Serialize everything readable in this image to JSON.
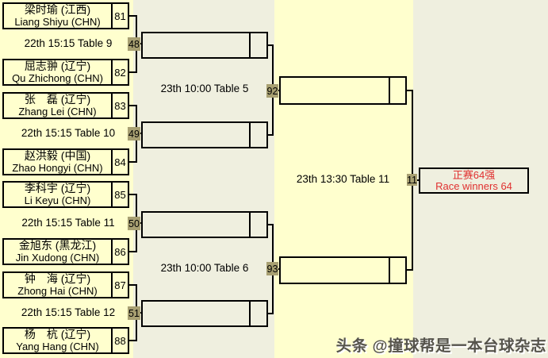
{
  "colors": {
    "background_yellow": "#FFFFCE",
    "background_gray": "#EFEFDF",
    "border_black": "#000000",
    "badge_tan": "#A8A072",
    "result_red": "#E03030",
    "watermark_gray": "#56544C"
  },
  "players": [
    {
      "seed": "81",
      "name_cn": "梁时瑜 (江西)",
      "name_en": "Liang Shiyu (CHN)"
    },
    {
      "seed": "82",
      "name_cn": "屈志翀 (辽宁)",
      "name_en": "Qu Zhichong (CHN)"
    },
    {
      "seed": "83",
      "name_cn": "张　磊 (辽宁)",
      "name_en": "Zhang Lei (CHN)"
    },
    {
      "seed": "84",
      "name_cn": "赵洪毅 (中国)",
      "name_en": "Zhao Hongyi (CHN)"
    },
    {
      "seed": "85",
      "name_cn": "李科宇 (辽宁)",
      "name_en": "Li Keyu (CHN)"
    },
    {
      "seed": "86",
      "name_cn": "金旭东 (黑龙江)",
      "name_en": "Jin Xudong (CHN)"
    },
    {
      "seed": "87",
      "name_cn": "钟　海 (辽宁)",
      "name_en": "Zhong Hai (CHN)"
    },
    {
      "seed": "88",
      "name_cn": "杨　杭 (辽宁)",
      "name_en": "Yang Hang (CHN)"
    }
  ],
  "round1": [
    {
      "match_no": "48",
      "schedule": "22th 15:15 Table 9"
    },
    {
      "match_no": "49",
      "schedule": "22th 15:15 Table 10"
    },
    {
      "match_no": "50",
      "schedule": "22th 15:15 Table 11"
    },
    {
      "match_no": "51",
      "schedule": "22th 15:15 Table 12"
    }
  ],
  "round2": [
    {
      "match_no": "92",
      "schedule": "23th 10:00 Table 5"
    },
    {
      "match_no": "93",
      "schedule": "23th 10:00 Table 6"
    }
  ],
  "round3": {
    "match_no": "11",
    "schedule": "23th 13:30 Table 11"
  },
  "result": {
    "line1": "正赛64强",
    "line2": "Race winners 64"
  },
  "watermark": "头条 @撞球帮是一本台球杂志"
}
